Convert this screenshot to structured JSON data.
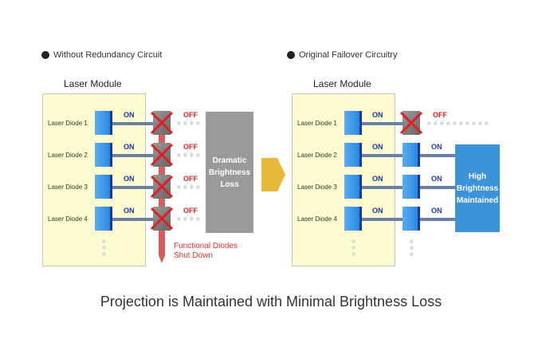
{
  "left": {
    "title": "Without Redundancy Circuit",
    "module_title": "Laser Module",
    "diodes": [
      "Laser Diode 1",
      "Laser Diode 2",
      "Laser Diode 3",
      "Laser Diode 4"
    ],
    "on_label": "ON",
    "off_label": "OFF",
    "result": "Dramatic Brightness Loss",
    "note": "Functional Diodes Shut Down"
  },
  "right": {
    "title": "Original Failover Circuitry",
    "module_title": "Laser Module",
    "diodes": [
      "Laser Diode 1",
      "Laser Diode 2",
      "Laser Diode 3",
      "Laser Diode 4"
    ],
    "on_label": "ON",
    "off_label": "OFF",
    "result": "High Brightness Maintained"
  },
  "caption": "Projection is Maintained with Minimal Brightness Loss",
  "colors": {
    "off_red": "#e02020",
    "on_blue": "#1a3aa0",
    "arrow": "#e8b83c",
    "high_box": "#3d93d8",
    "loss_box": "#9a9a9a",
    "module_bg": "#fdfcd0"
  }
}
